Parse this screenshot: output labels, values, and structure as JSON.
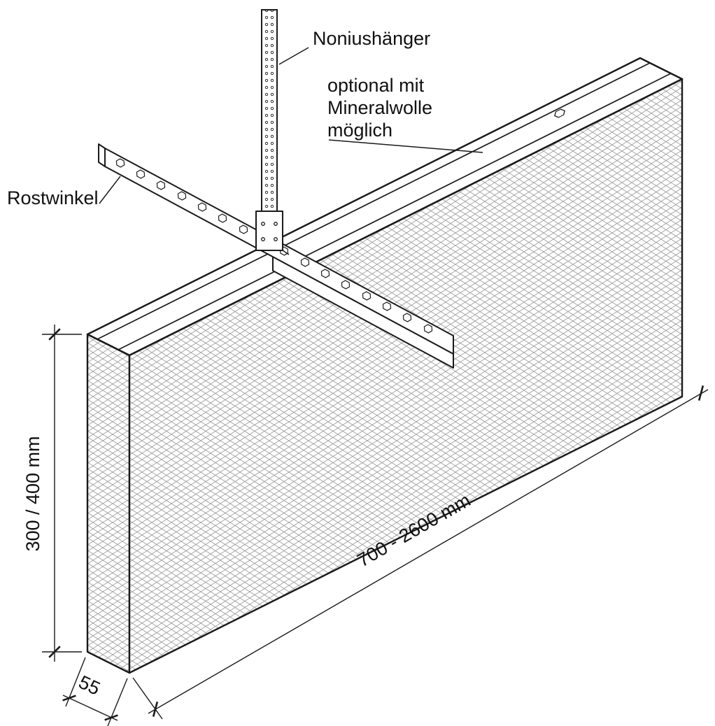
{
  "drawing": {
    "labels": {
      "noniushaenger": "Noniushänger",
      "optional_1": "optional mit",
      "optional_2": "Mineralwolle",
      "optional_3": "möglich",
      "rostwinkel": "Rostwinkel"
    },
    "dimensions": {
      "height": "300 / 400 mm",
      "length": "700 - 2600 mm",
      "thickness": "55"
    },
    "colors": {
      "line": "#1a1a1a",
      "mesh": "#9a9a9a",
      "background": "#ffffff"
    }
  }
}
